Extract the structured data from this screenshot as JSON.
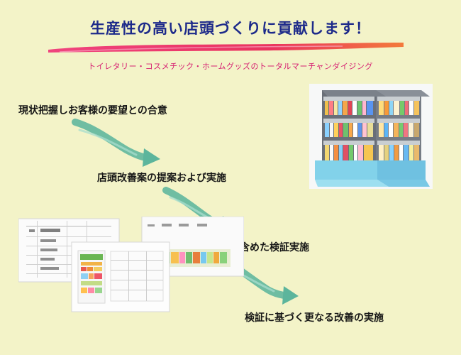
{
  "header": {
    "headline": "生産性の高い店頭づくりに貢献します！",
    "subtitle": "トイレタリー・コスメチック・ホームグッズのトータルマーチャンダイジング"
  },
  "steps": [
    {
      "label": "現状把握しお客様の要望との合意"
    },
    {
      "label": "店頭改善案の提案および実施"
    },
    {
      "label": "売上データ活用を含めた検証実施"
    },
    {
      "label": "検証に基づく更なる改善の実施"
    }
  ],
  "icons": {
    "flow_arrow": "curved-arrow-icon",
    "shelf_image": "store-shelf-image",
    "documents_image": "planogram-documents-image"
  },
  "colors": {
    "background": "#f3f3c8",
    "headline": "#1d2a8a",
    "subtitle": "#d61f71",
    "arrow": "#5cb59c",
    "brush_start": "#ef2c74",
    "brush_end": "#f37a3c"
  }
}
